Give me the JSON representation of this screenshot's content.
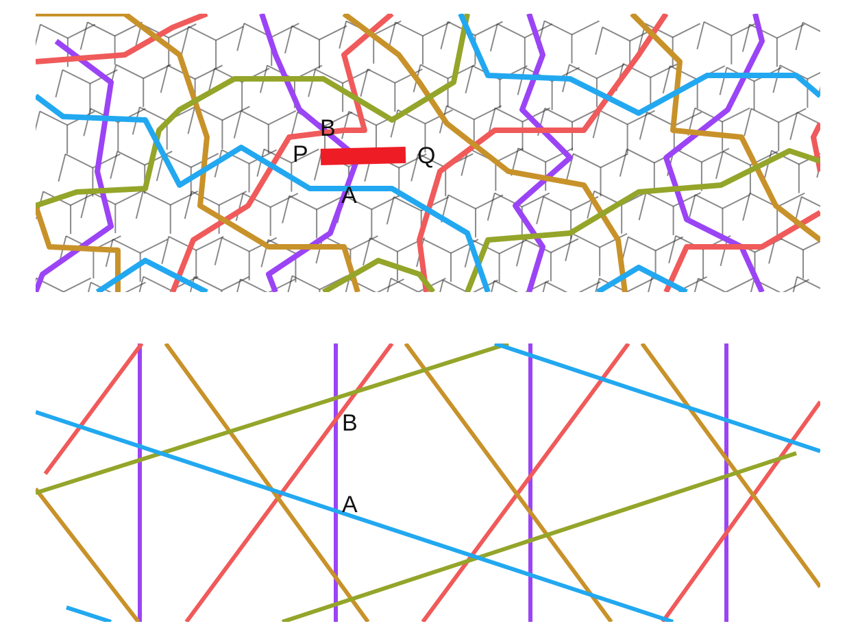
{
  "colors": {
    "tile_edge": "#2a2a2a",
    "red": "#f05a5a",
    "purple": "#9b44f5",
    "gold": "#c8922a",
    "olive": "#94a52a",
    "blue": "#22a8f0",
    "segment": "#ee1c25"
  },
  "top": {
    "labels": {
      "P": "P",
      "Q": "Q",
      "A": "A",
      "B": "B"
    }
  },
  "bottom": {
    "labels": {
      "A": "A",
      "B": "B"
    }
  }
}
